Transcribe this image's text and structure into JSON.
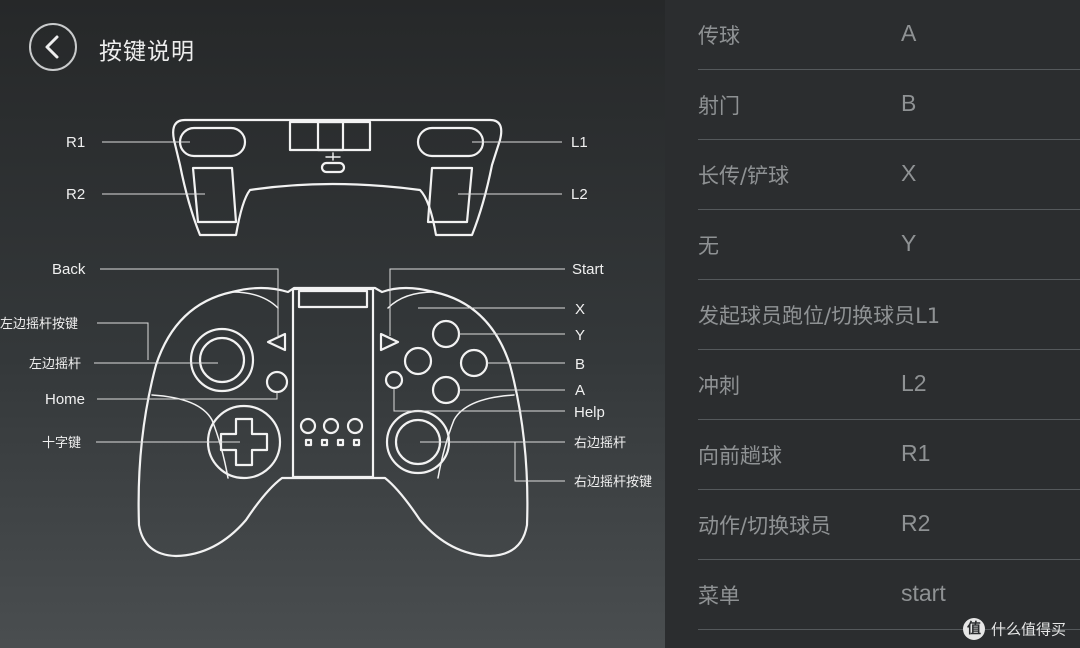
{
  "header": {
    "title": "按键说明"
  },
  "diagram": {
    "top_labels": {
      "r1": "R1",
      "r2": "R2",
      "l1": "L1",
      "l2": "L2"
    },
    "front_labels": {
      "back": "Back",
      "start": "Start",
      "left_stick_button": "左边摇杆按键",
      "left_stick": "左边摇杆",
      "home": "Home",
      "dpad": "十字键",
      "x": "X",
      "y": "Y",
      "b": "B",
      "a": "A",
      "help": "Help",
      "right_stick": "右边摇杆",
      "right_stick_button": "右边摇杆按键"
    }
  },
  "mapping": {
    "rows": [
      {
        "function": "传球",
        "key": "A"
      },
      {
        "function": "射门",
        "key": "B"
      },
      {
        "function": "长传/铲球",
        "key": "X"
      },
      {
        "function": "无",
        "key": "Y"
      },
      {
        "function": "发起球员跑位/切换球员L1",
        "key": ""
      },
      {
        "function": "冲刺",
        "key": "L2"
      },
      {
        "function": "向前趟球",
        "key": "R1"
      },
      {
        "function": "动作/切换球员",
        "key": "R2"
      },
      {
        "function": "菜单",
        "key": "start"
      }
    ]
  },
  "watermark": {
    "text": "什么值得买",
    "icon": "值"
  }
}
